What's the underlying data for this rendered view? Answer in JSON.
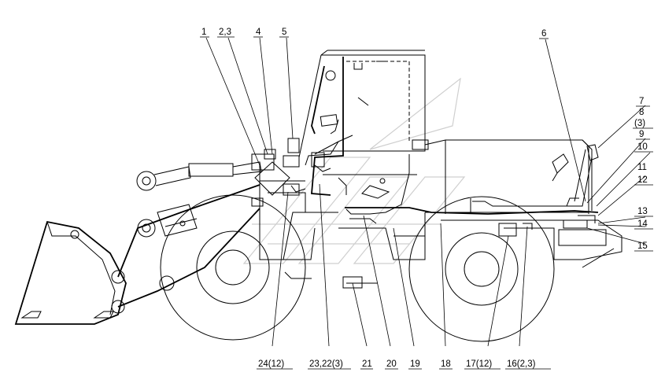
{
  "diagram": {
    "labels": {
      "l1": "1",
      "l2": "2,3",
      "l4": "4",
      "l5": "5",
      "l6": "6",
      "l7": "7",
      "l8": "8",
      "l8b": "(3)",
      "l9": "9",
      "l10": "10",
      "l11": "11",
      "l12": "12",
      "l13": "13",
      "l14": "14",
      "l15": "15",
      "l16": "16(2,3)",
      "l17": "17(12)",
      "l18": "18",
      "l19": "19",
      "l20": "20",
      "l21": "21",
      "l23": "23,22(3)",
      "l24": "24(12)"
    },
    "colors": {
      "line": "#000000",
      "watermark": "#cfcfcf",
      "background": "#ffffff"
    }
  }
}
